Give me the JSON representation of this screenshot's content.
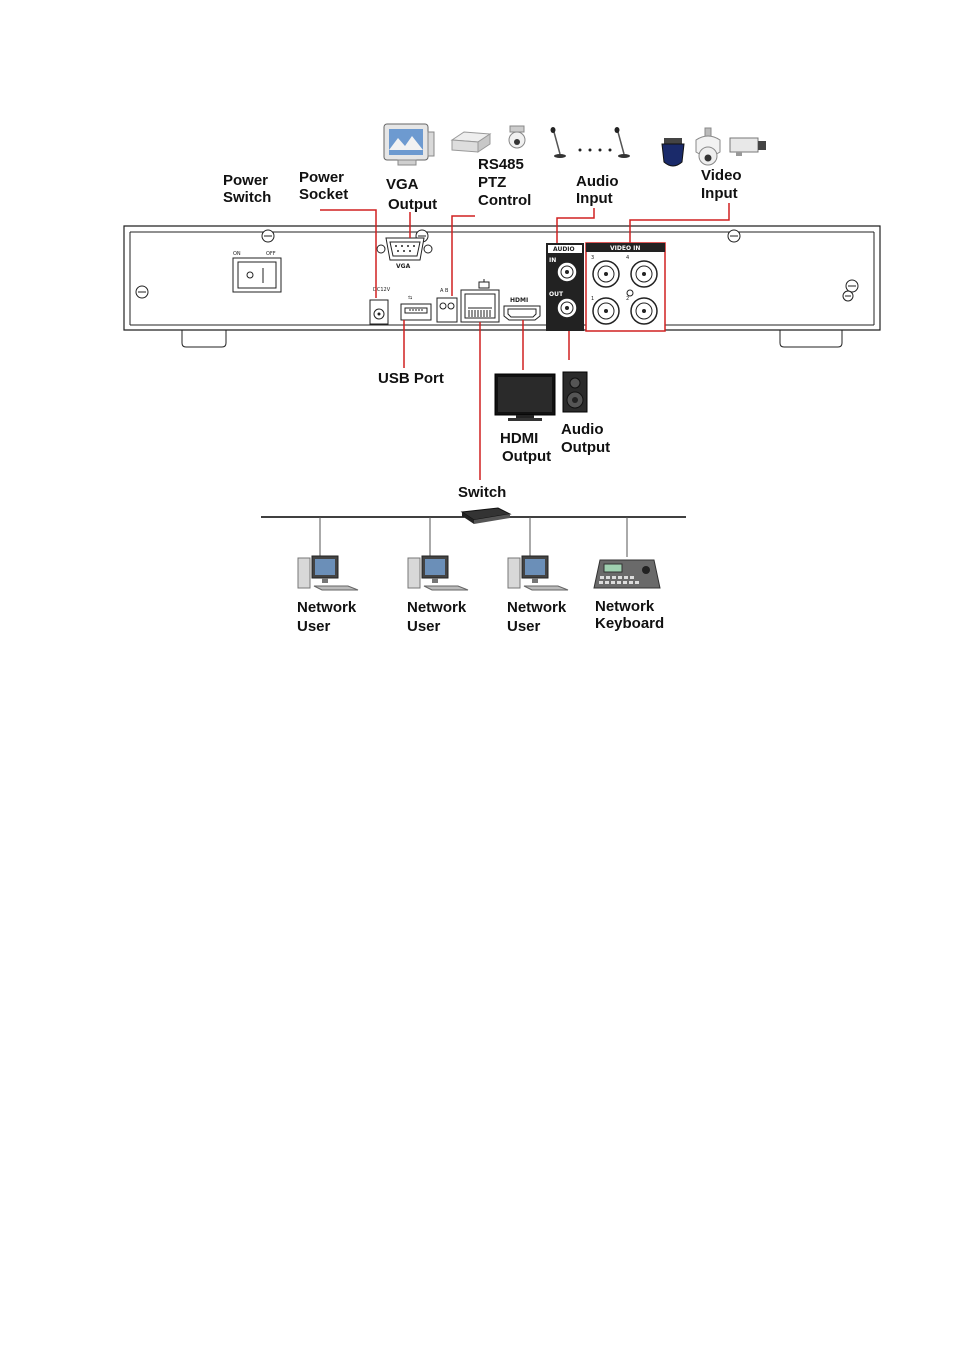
{
  "labels": {
    "power_switch": [
      "Power",
      "Switch"
    ],
    "power_socket": [
      "Power",
      "Socket"
    ],
    "vga_output": [
      "VGA",
      "Output"
    ],
    "rs485": [
      "RS485",
      "PTZ",
      "Control"
    ],
    "audio_input": [
      "Audio",
      "Input"
    ],
    "video_input": [
      "Video",
      "Input"
    ],
    "usb_port": "USB Port",
    "hdmi_output": [
      "HDMI",
      "Output"
    ],
    "audio_output": [
      "Audio",
      "Output"
    ],
    "switch": "Switch",
    "network_user": [
      "Network",
      "User"
    ],
    "network_keyboard": [
      "Network",
      "Keyboard"
    ]
  },
  "panel_marks": {
    "on": "ON",
    "off": "OFF",
    "vga": "VGA",
    "dc12v": "DC12V",
    "ab": "A B",
    "hdmi": "HDMI",
    "audio": "AUDIO",
    "in": "IN",
    "out": "OUT",
    "video_in": "VIDEO IN",
    "ch3": "3",
    "ch4": "4",
    "ch1": "1",
    "ch2": "2"
  },
  "colors": {
    "leader": "#d02020",
    "line": "#000000",
    "panel": "#222222"
  }
}
